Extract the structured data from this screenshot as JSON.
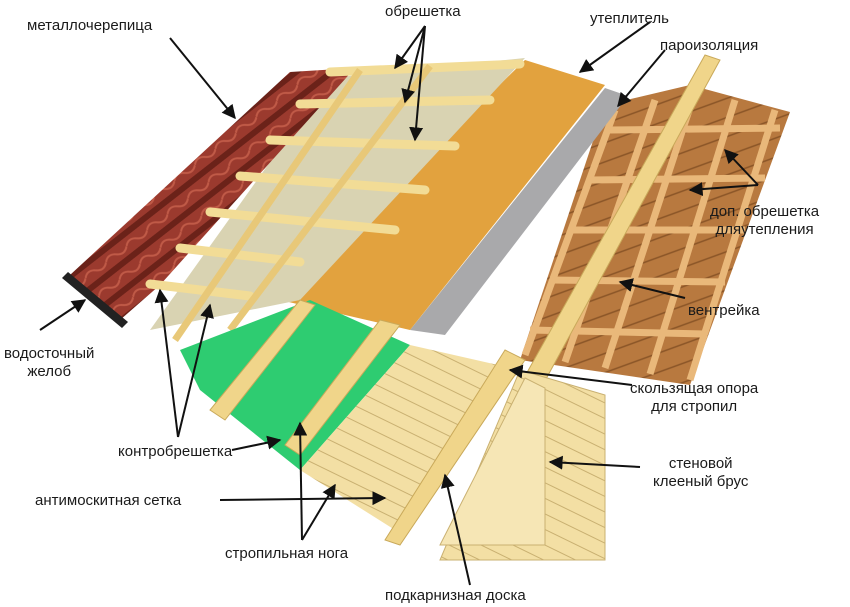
{
  "labels": {
    "metal_tile": "металлочерепица",
    "battens": "обрешетка",
    "insulation": "утеплитель",
    "vapor_barrier": "пароизоляция",
    "extra_battens_line1": "доп. обрешетка",
    "extra_battens_line2": "дляутепления",
    "vent_bar": "вентрейка",
    "sliding_support_line1": "скользящая опора",
    "sliding_support_line2": "для стропил",
    "wall_beam_line1": "стеновой",
    "wall_beam_line2": "клееный брус",
    "gutter_line1": "водосточный",
    "gutter_line2": "желоб",
    "counter_battens": "контробрешетка",
    "mosquito_mesh": "антимоскитная сетка",
    "rafter": "стропильная нога",
    "eaves_board": "подкарнизная доска"
  },
  "colors": {
    "tile": "#9b3a2e",
    "wood": "#f0d58a",
    "membrane": "#d9d3b2",
    "insulation": "#e2a23e",
    "vapor": "#a9a9ab",
    "mesh": "#2ecc71",
    "board": "#f3dfa4",
    "ceiling": "#c58a4e"
  }
}
